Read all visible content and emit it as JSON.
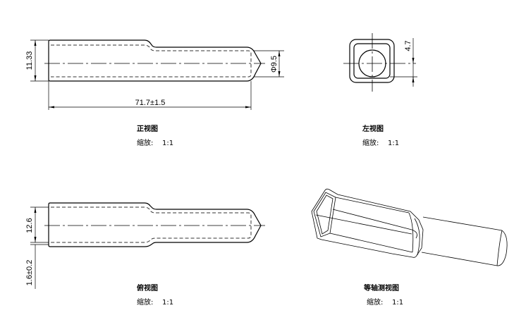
{
  "views": {
    "front": {
      "title": "正视图",
      "scale_label": "缩放:",
      "scale": "1:1",
      "dims": {
        "height": "11.33",
        "diameter": "Φ9.5",
        "length": "71.7±1.5"
      }
    },
    "left": {
      "title": "左视图",
      "scale_label": "缩放:",
      "scale": "1:1",
      "dims": {
        "half": "4.7"
      }
    },
    "top": {
      "title": "俯视图",
      "scale_label": "缩放:",
      "scale": "1:1",
      "dims": {
        "height": "12.6",
        "thickness": "1.6±0.2"
      }
    },
    "iso": {
      "title": "等轴测视图",
      "scale_label": "缩放:",
      "scale": "1:1"
    }
  }
}
